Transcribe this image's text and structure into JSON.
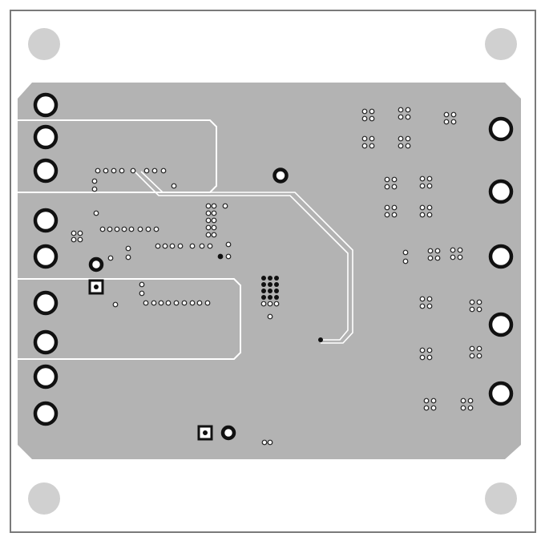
{
  "colors": {
    "background": "#ffffff",
    "board_outline": "#7a7a7a",
    "copper_pour": "#b3b3b3",
    "mounting_hole": "#d0d0d0",
    "via": "#ffffff",
    "via_outline": "#222222",
    "pad_ring": "#111111",
    "trace": "#ffffff",
    "filled_via": "#111111"
  },
  "icons": {
    "mounting_hole": "mounting-hole-icon",
    "via": "via-icon",
    "pad": "through-hole-pad-icon",
    "square_pad": "square-pad-icon"
  },
  "layers": {
    "outline": "board-outline",
    "pour": "copper-pour",
    "traces": "trace-layer",
    "vias": "via-layer",
    "pads": "pad-layer"
  }
}
